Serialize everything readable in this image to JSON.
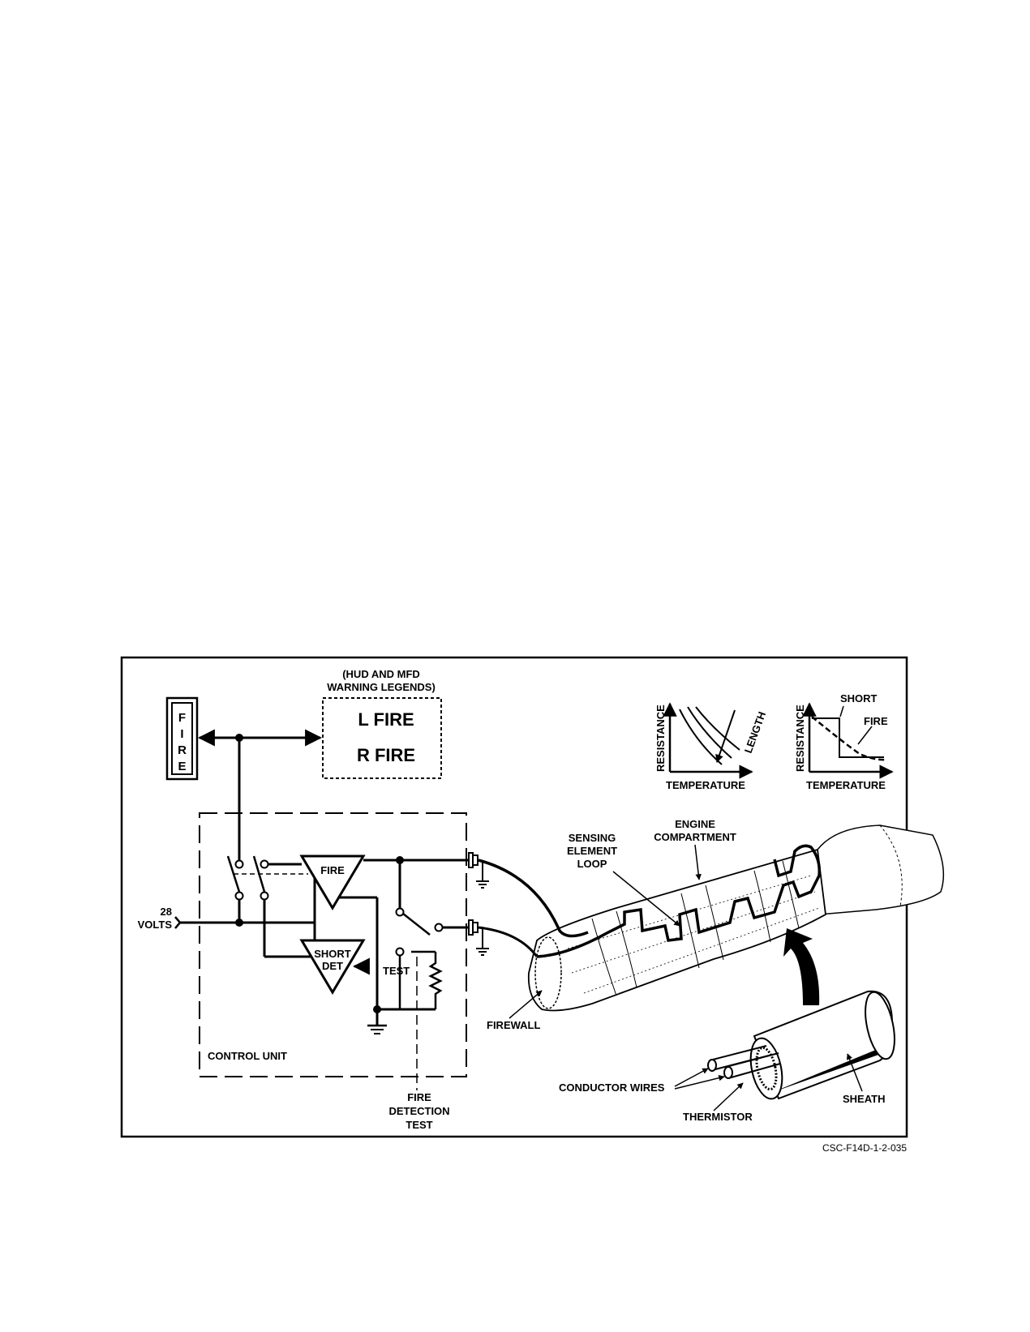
{
  "fire_light": {
    "letters": [
      "F",
      "I",
      "R",
      "E"
    ]
  },
  "warning_legends": {
    "title_line1": "(HUD AND MFD",
    "title_line2": "WARNING LEGENDS)",
    "legend_1": "L FIRE",
    "legend_2": "R FIRE"
  },
  "control_unit": {
    "label": "CONTROL UNIT",
    "fire_detector": "FIRE",
    "short_det_line1": "SHORT",
    "short_det_line2": "DET",
    "test_switch": "TEST",
    "supply_value": "28",
    "supply_unit": "VOLTS"
  },
  "fire_detection_test": {
    "line1": "FIRE",
    "line2": "DETECTION",
    "line3": "TEST"
  },
  "graph_1": {
    "ylabel": "RESISTANCE",
    "xlabel": "TEMPERATURE",
    "arrow_label": "LENGTH"
  },
  "graph_2": {
    "ylabel": "RESISTANCE",
    "xlabel": "TEMPERATURE",
    "curve_short": "SHORT",
    "curve_fire": "FIRE"
  },
  "engine": {
    "sensing_line1": "SENSING",
    "sensing_line2": "ELEMENT",
    "sensing_line3": "LOOP",
    "compartment_line1": "ENGINE",
    "compartment_line2": "COMPARTMENT",
    "firewall": "FIREWALL"
  },
  "element_section": {
    "conductor_wires": "CONDUCTOR WIRES",
    "thermistor": "THERMISTOR",
    "sheath": "SHEATH"
  },
  "figure_id": "CSC-F14D-1-2-035"
}
